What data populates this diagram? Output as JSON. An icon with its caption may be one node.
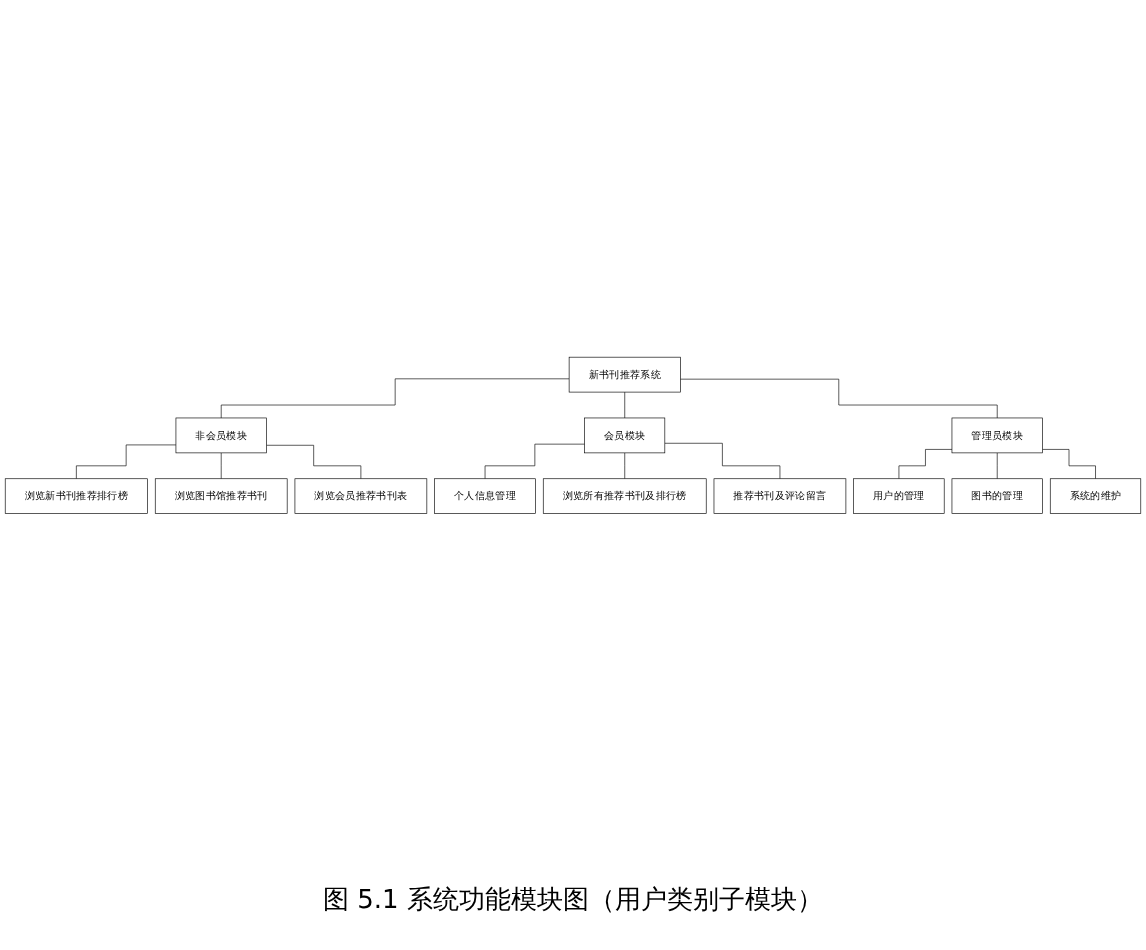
{
  "diagram": {
    "caption": "图 5.1 系统功能模块图（用户类别子模块）",
    "nodes": [
      {
        "text": [
          "新书刊推荐系统"
        ]
      },
      {
        "text": [
          "非会员模块"
        ]
      },
      {
        "text": [
          "会员模块"
        ]
      },
      {
        "text": [
          "管理员模块"
        ]
      },
      {
        "text": [
          "浏览新书刊推荐排行榜"
        ]
      },
      {
        "text": [
          "浏览图书馆推荐书刊"
        ]
      },
      {
        "text": [
          "浏览会员推荐书刊表"
        ]
      },
      {
        "text": [
          "个人信息管理"
        ]
      },
      {
        "text": [
          "浏览所有推荐书刊及排行榜"
        ]
      },
      {
        "text": [
          "推荐书刊及评论留言"
        ]
      },
      {
        "text": [
          "用户的管理"
        ]
      },
      {
        "text": [
          "图书的管理"
        ]
      },
      {
        "text": [
          "系统的维护"
        ]
      }
    ],
    "edges": [
      {
        "from": 0,
        "to": 1,
        "arrow": "none"
      },
      {
        "from": 0,
        "to": 2,
        "arrow": "none"
      },
      {
        "from": 0,
        "to": 3,
        "arrow": "none"
      },
      {
        "from": 1,
        "to": 4,
        "arrow": "none"
      },
      {
        "from": 1,
        "to": 5,
        "arrow": "none"
      },
      {
        "from": 1,
        "to": 6,
        "arrow": "none"
      },
      {
        "from": 2,
        "to": 7,
        "arrow": "none"
      },
      {
        "from": 2,
        "to": 8,
        "arrow": "none"
      },
      {
        "from": 2,
        "to": 9,
        "arrow": "none"
      },
      {
        "from": 3,
        "to": 10,
        "arrow": "none"
      },
      {
        "from": 3,
        "to": 11,
        "arrow": "none"
      },
      {
        "from": 3,
        "to": 12,
        "arrow": "none"
      }
    ]
  }
}
